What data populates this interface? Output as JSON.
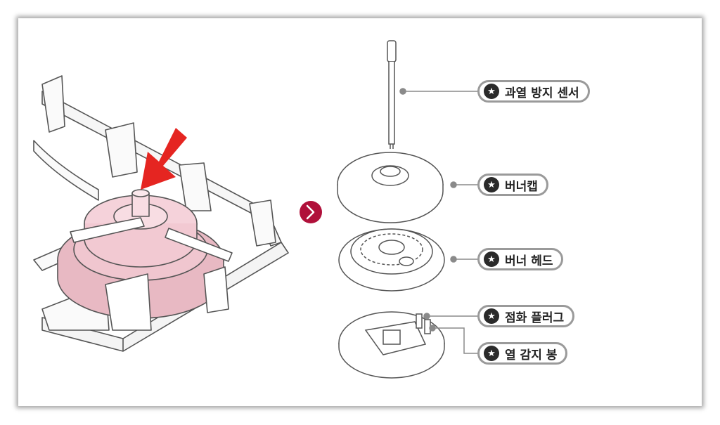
{
  "diagram": {
    "labels": [
      {
        "id": "overheat-sensor",
        "text": "과열 방지 센서",
        "icon": "star-icon"
      },
      {
        "id": "burner-cap",
        "text": "버너캡",
        "icon": "star-icon"
      },
      {
        "id": "burner-head",
        "text": "버너 헤드",
        "icon": "star-icon"
      },
      {
        "id": "ignition-plug",
        "text": "점화 플러그",
        "icon": "star-icon"
      },
      {
        "id": "thermocouple-rod",
        "text": "열 감지 봉",
        "icon": "star-icon"
      }
    ],
    "arrow_icon": "chevron-right-icon",
    "colors": {
      "pointer_arrow": "#e52521",
      "burner_highlight": "#f2c9d2",
      "chevron_bg": "#b0103a",
      "label_border": "#9a9a9a"
    }
  }
}
